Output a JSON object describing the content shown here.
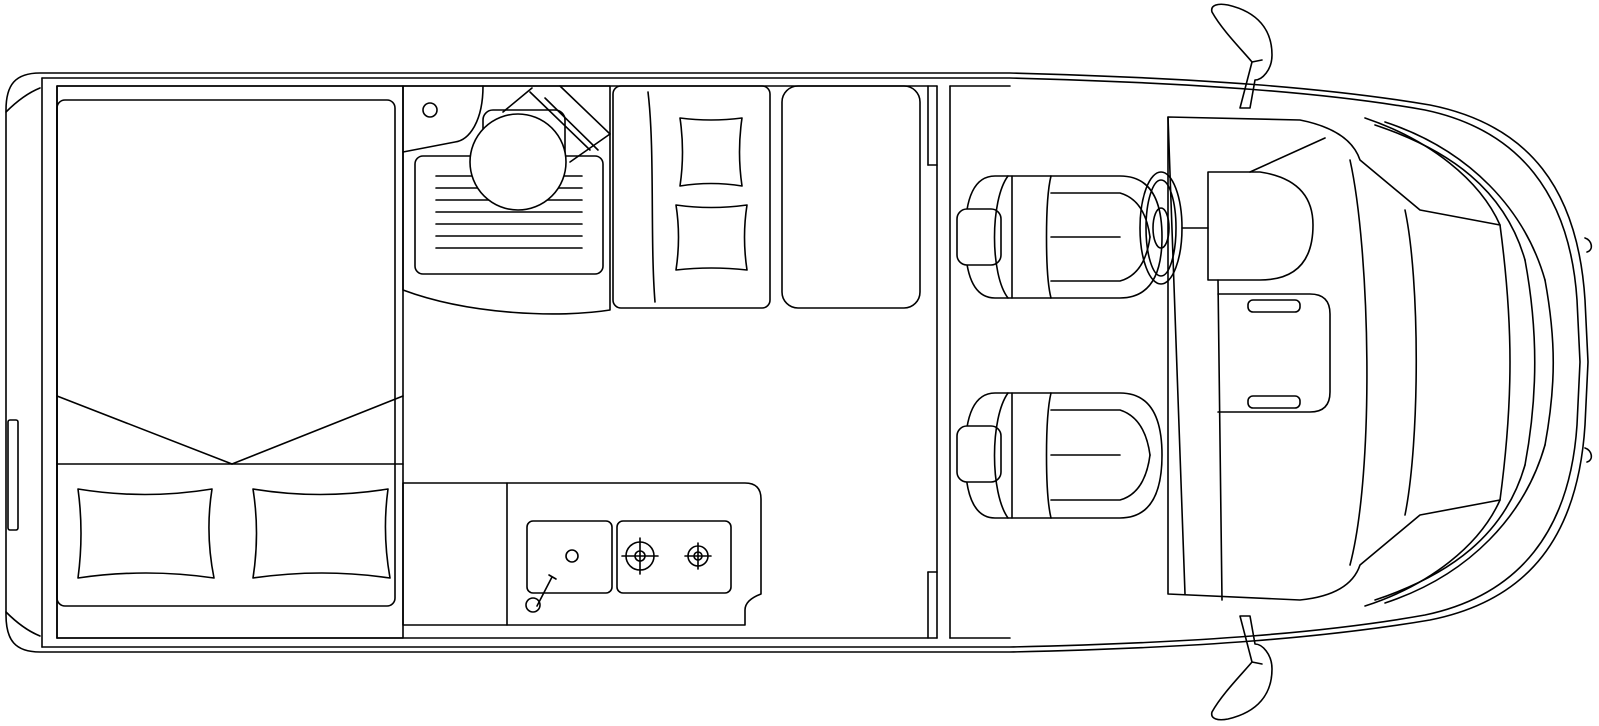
{
  "diagram": {
    "type": "floor-plan",
    "subject": "campervan",
    "stroke_color": "#000000",
    "background_color": "#ffffff",
    "zones": [
      "rear-bed",
      "pillows",
      "washroom",
      "wardrobe",
      "dinette-bench",
      "dinette-table",
      "kitchen",
      "sink",
      "stove",
      "driver-seat",
      "passenger-seat",
      "steering-wheel",
      "dashboard",
      "side-mirrors"
    ]
  }
}
